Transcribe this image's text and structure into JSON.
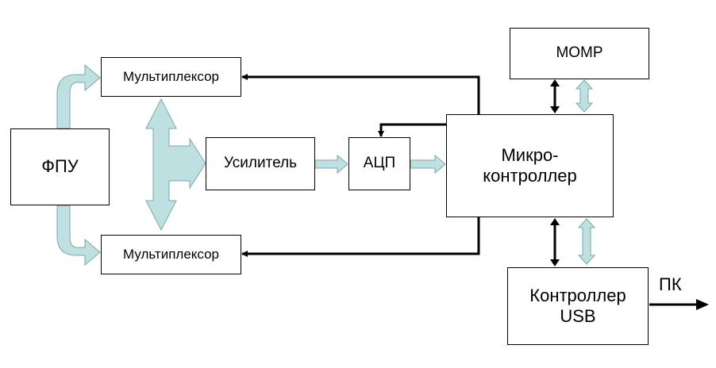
{
  "diagram": {
    "blocks": {
      "fpu": "ФПУ",
      "mux_top": "Мультиплексор",
      "mux_bottom": "Мультиплексор",
      "amplifier": "Усилитель",
      "adc": "АЦП",
      "microcontroller": "Микро-\nконтроллер",
      "momr": "МОМР",
      "usb_controller": "Контроллер\nUSB"
    },
    "output_label": "ПК",
    "colors": {
      "line": "#000000",
      "bus_fill": "#bfe0e1",
      "bus_stroke": "#7aa9ab",
      "box_fill": "#ffffff"
    }
  }
}
